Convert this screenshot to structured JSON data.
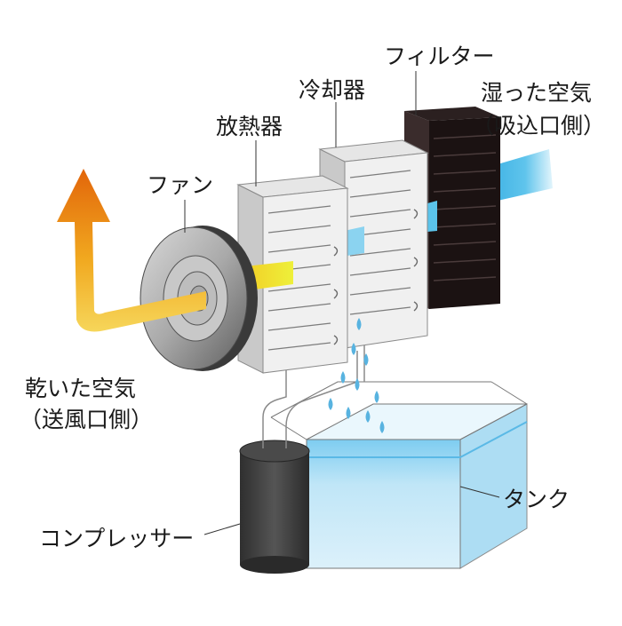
{
  "labels": {
    "filter": "フィルター",
    "cooler": "冷却器",
    "radiator": "放熱器",
    "fan": "ファン",
    "humid_air_line1": "湿った空気",
    "humid_air_line2": "（吸込口側）",
    "dry_air_line1": "乾いた空気",
    "dry_air_line2": "（送風口側）",
    "compressor": "コンプレッサー",
    "tank": "タンク"
  },
  "colors": {
    "humid_air": "#5bc3ea",
    "dry_air": "#f3c71c",
    "arrow_top": "#e8730c",
    "filter": "#1b1212",
    "tank_water": "#bfe6f7",
    "compressor": "#3d3d3d"
  }
}
